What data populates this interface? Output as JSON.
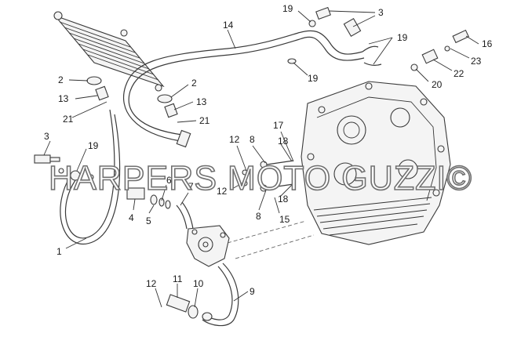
{
  "diagram": {
    "callouts": [
      "1",
      "2",
      "2",
      "3",
      "3",
      "4",
      "5",
      "6",
      "7",
      "8",
      "8",
      "9",
      "10",
      "11",
      "12",
      "12",
      "12",
      "13",
      "13",
      "14",
      "15",
      "16",
      "17",
      "18",
      "18",
      "19",
      "19",
      "19",
      "19",
      "20",
      "21",
      "21",
      "22",
      "23"
    ],
    "watermark": "HARPERS MOTO GUZZI©"
  }
}
